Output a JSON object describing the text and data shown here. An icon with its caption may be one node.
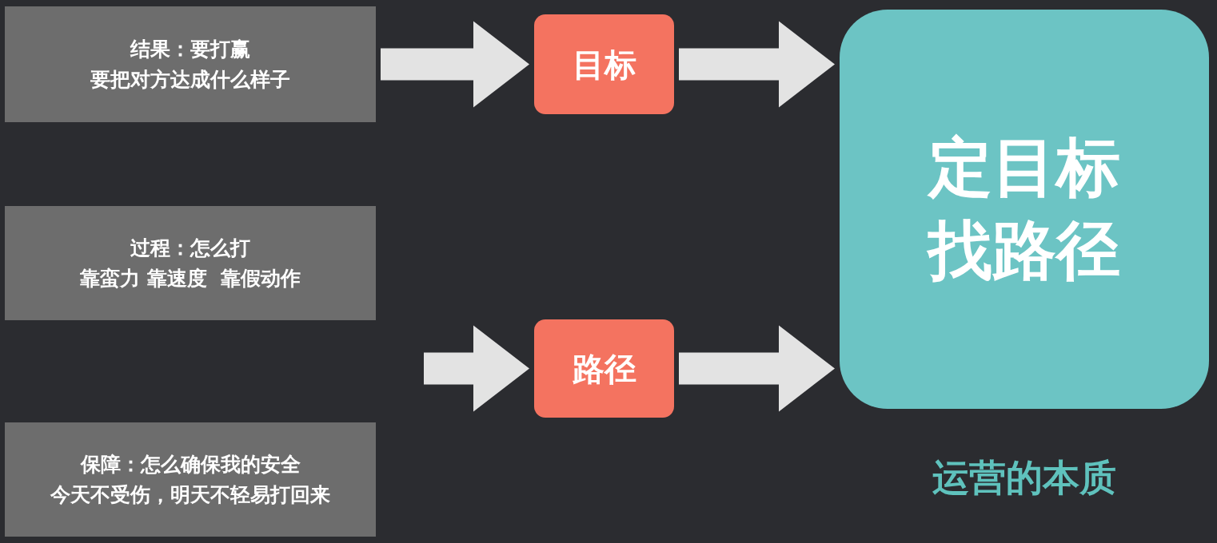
{
  "diagram": {
    "nodes": [
      {
        "text": [
          "结果：要打赢",
          "要把对方达成什么样子"
        ]
      },
      {
        "text": [
          "过程：怎么打",
          "靠蛮力 靠速度  靠假动作"
        ]
      },
      {
        "text": [
          "保障：怎么确保我的安全",
          "今天不受伤，明天不轻易打回来"
        ]
      },
      {
        "text": [
          "目标"
        ]
      },
      {
        "text": [
          "路径"
        ]
      },
      {
        "text": [
          "定目标",
          "找路径"
        ],
        "beside": [
          "运营的本质"
        ]
      }
    ],
    "edges": [
      {
        "from": 0,
        "to": 3,
        "arrow": "to"
      },
      {
        "from": null,
        "to": 4,
        "arrow": "to"
      },
      {
        "from": 3,
        "to": 5,
        "arrow": "to"
      },
      {
        "from": 4,
        "to": 5,
        "arrow": "to"
      }
    ]
  }
}
